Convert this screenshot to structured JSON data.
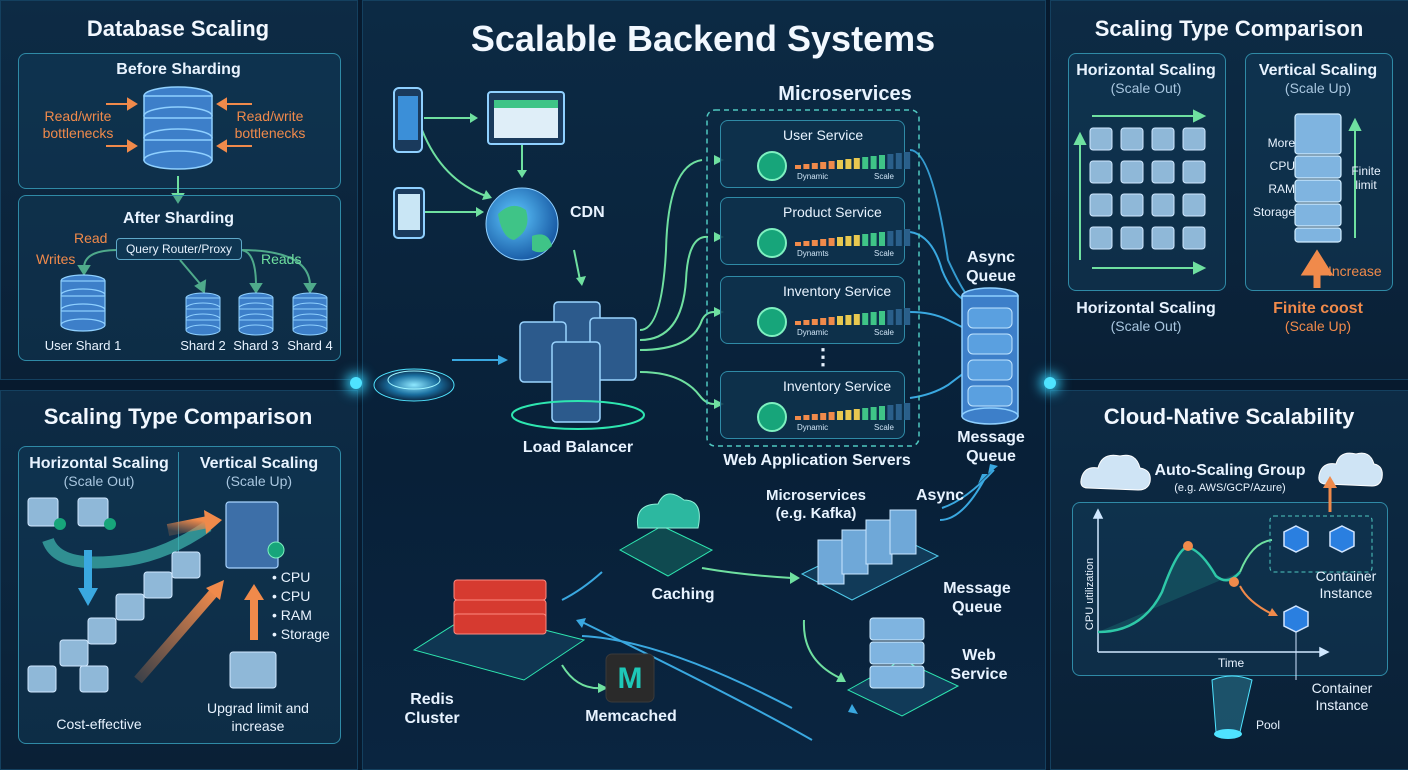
{
  "title": "Scalable Backend Systems",
  "db_scaling": {
    "title": "Database Scaling",
    "before": {
      "title": "Before Sharding",
      "left_label": "Read/write\nbottlenecks",
      "right_label": "Read/write\nbottlenecks"
    },
    "after": {
      "title": "After Sharding",
      "router": "Query Router/Proxy",
      "read": "Read",
      "writes": "Writes",
      "reads": "Reads",
      "shards": [
        "User Shard 1",
        "Shard 2",
        "Shard 3",
        "Shard 4"
      ]
    }
  },
  "scaling_left": {
    "title": "Scaling Type Comparison",
    "horizontal_title": "Horizontal Scaling",
    "horizontal_sub": "(Scale Out)",
    "vertical_title": "Vertical Scaling",
    "vertical_sub": "(Scale Up)",
    "resources": [
      "CPU",
      "CPU",
      "RAM",
      "Storage"
    ],
    "cost_label": "Cost-effective",
    "limit_label": "Upgrad limit and\nincrease"
  },
  "center": {
    "cdn": "CDN",
    "load_balancer": "Load Balancer",
    "microservices_title": "Microservices",
    "web_app_servers": "Web Application Servers",
    "services": [
      {
        "name": "User Service",
        "dyn": "Dynamic",
        "scale": "Scale"
      },
      {
        "name": "Product Service",
        "dyn": "Dynamts",
        "scale": "Scale"
      },
      {
        "name": "Inventory Service",
        "dyn": "Dynamic",
        "scale": "Scale"
      },
      {
        "name": "Inventory Service",
        "dyn": "Dynamic",
        "scale": "Scale"
      }
    ],
    "ellipsis": "⋮",
    "async_queue": "Async\nQueue",
    "message_queue": "Message\nQueue",
    "caching": "Caching",
    "microservices_kafka": "Microservices\n(e.g. Kafka)",
    "async": "Async",
    "message_queue2": "Message\nQueue",
    "web_service": "Web\nService",
    "redis": "Redis\nCluster",
    "memcached": "Memcached"
  },
  "scaling_right": {
    "title": "Scaling Type Comparison",
    "horizontal_title": "Horizontal Scaling",
    "horizontal_sub": "(Scale Out)",
    "vertical_title": "Vertical Scaling",
    "vertical_sub": "(Scale Up)",
    "resources": [
      "More",
      "CPU",
      "RAM",
      "Storage"
    ],
    "finite_limit": "Finite\nlimit",
    "increase": "Increase",
    "bottom_h_title": "Horizontal Scaling",
    "bottom_h_sub": "(Scale Out)",
    "finite_cost": "Finite coost",
    "finite_cost_sub": "(Scale Up)"
  },
  "cloud": {
    "title": "Cloud-Native Scalability",
    "asg": "Auto-Scaling Group",
    "asg_sub": "(e.g. AWS/GCP/Azure)",
    "y_axis": "CPU utilization",
    "x_axis": "Time",
    "container_instance_1": "Container\nInstance",
    "container_instance_2": "Container\nInstance",
    "pool": "Pool"
  },
  "colors": {
    "accent": "#4fe3ff",
    "orange": "#f08a4b",
    "green": "#6fe0a0",
    "background": "#071a2e"
  }
}
